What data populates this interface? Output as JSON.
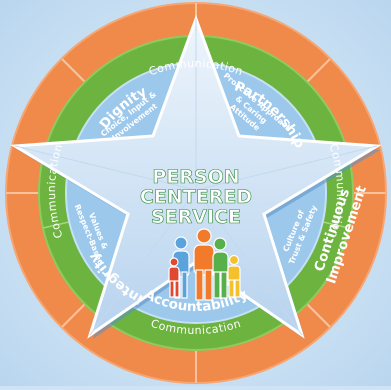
{
  "center": {
    "line1": "PERSON",
    "line2": "CENTERED",
    "line3": "SERVICE"
  },
  "outer_ring": {
    "label": "Communication"
  },
  "values": {
    "dignity": "Dignity",
    "partnership": "Partnership",
    "integrity": "Integrity",
    "continuous_line1": "Continuous",
    "continuous_line2": "Improvement",
    "accountability": "Accountability"
  },
  "inner_ring": {
    "choice_line1": "Choice, Input &",
    "choice_line2": "Involvement",
    "proactive_line1": "Proactive Approach",
    "proactive_line2": "& Caring",
    "proactive_line3": "Attitude",
    "values_line1": "Values &",
    "values_line2": "Respect-Based",
    "trust_line1": "Culture of",
    "trust_line2": "Trust & Safety"
  },
  "colors": {
    "outer_ring": "#f08a4b",
    "green_ring": "#6cb33f",
    "inner_blue": "#9cc8ec",
    "star": "#d4e6f7",
    "center_text": "#6cc04a",
    "background": "#cfe3f5"
  }
}
